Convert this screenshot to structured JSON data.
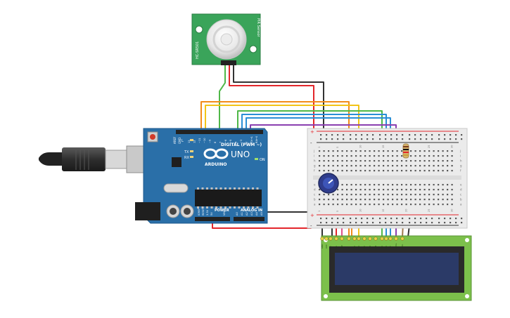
{
  "arduino": {
    "brand": "ARDUINO",
    "model": "UNO",
    "digital_label": "DIGITAL (PWM ~)",
    "power_label": "POWER",
    "analog_label": "ANALOG IN",
    "on_label": "ON",
    "tx_label": "TX",
    "rx_label": "RX",
    "l_label": "L",
    "aref_label": "AREF",
    "gnd_label": "GND",
    "ioref_label": "IOREF",
    "reset_label": "RESET",
    "v33_label": "3.3V",
    "v5_label": "5V",
    "vin_label": "VIN",
    "analog_pins": [
      "A0",
      "A1",
      "A2",
      "A3",
      "A4",
      "A5"
    ],
    "digital_pins": [
      "13",
      "12",
      "~11",
      "~10",
      "~9",
      "8",
      "7",
      "~6",
      "~5",
      "4",
      "~3",
      "2",
      "TX→1",
      "RX←0"
    ]
  },
  "pir": {
    "side_text_left": "HC-SR501",
    "side_text_right": "PIR Sensor"
  },
  "breadboard": {
    "column_numbers": [
      "1",
      "5",
      "10",
      "15",
      "20",
      "25",
      "30"
    ],
    "row_letters_top": [
      "j",
      "i",
      "h",
      "g",
      "f"
    ],
    "row_letters_bottom": [
      "e",
      "d",
      "c",
      "b",
      "a"
    ],
    "plus": "+",
    "minus": "-"
  },
  "lcd": {
    "pin_labels": [
      "GND",
      "VCC",
      "V0",
      "RS",
      "RW",
      "E",
      "D0",
      "D1",
      "D2",
      "D3",
      "D4",
      "D5",
      "D6",
      "D7",
      "LED+",
      "LED-"
    ],
    "screen_color": "#2b3a67",
    "board_color": "#7cc04b"
  },
  "colors": {
    "arduino": "#2a6fa8",
    "wire_red": "#e3262b",
    "wire_black": "#333333",
    "wire_green": "#4fb848",
    "wire_orange": "#f28c1a",
    "wire_yellow": "#f2c418",
    "wire_blue": "#2a8fd6",
    "wire_purple": "#8a3fb0",
    "wire_brown": "#a0784a",
    "wire_pink": "#e0508a"
  }
}
